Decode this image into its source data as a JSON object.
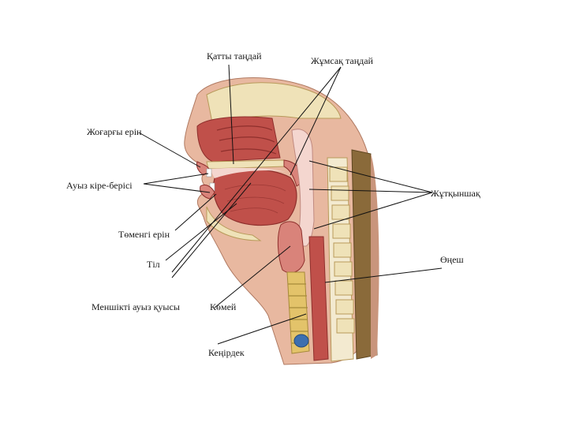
{
  "labels": {
    "hard_palate": "Қатты таңдай",
    "soft_palate": "Жұмсақ таңдай",
    "upper_lip": "Жоғарғы ерін",
    "mouth_opening": "Ауыз кіре-берісі",
    "pharynx": "Жұтқыншақ",
    "lower_lip": "Төменгі ерін",
    "esophagus": "Өңеш",
    "tongue": "Тіл",
    "oral_cavity": "Меншікті ауыз қуысы",
    "larynx": "Көмей",
    "trachea": "Кеңірдек"
  },
  "colors": {
    "muscle": "#c0504a",
    "muscle_dark": "#8e2f2c",
    "mucosa": "#d9837a",
    "skin": "#e8b8a0",
    "bone": "#efe2b8",
    "fat": "#e3c36a",
    "airway": "#f4d6cf",
    "spine": "#8a6a3a",
    "leader": "#111111"
  }
}
